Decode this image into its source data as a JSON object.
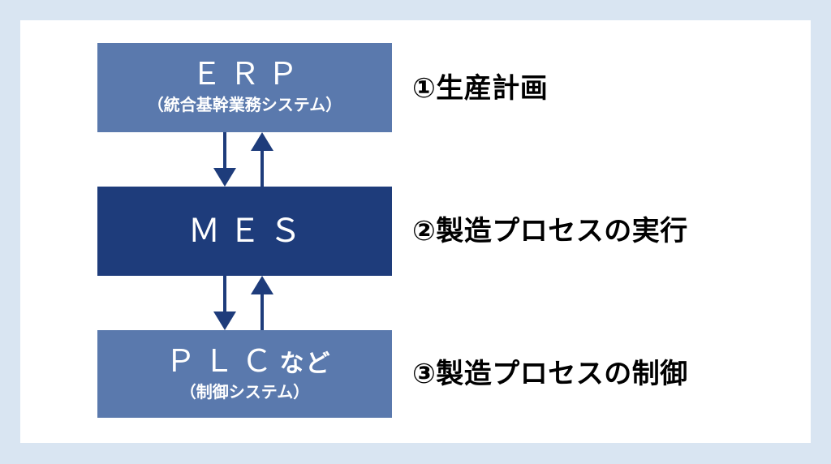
{
  "frame": {
    "border_color": "#d9e5f2",
    "panel_color": "#ffffff"
  },
  "colors": {
    "erp_box": "#5a79ad",
    "mes_box": "#1e3c7b",
    "plc_box": "#5a79ad",
    "arrow": "#1e3c7b",
    "box_text": "#ffffff",
    "label_text": "#000000"
  },
  "layers": [
    {
      "id": "erp",
      "title": "ＥＲＰ",
      "subtitle": "（統合基幹業務システム）",
      "step_label": "①生産計画"
    },
    {
      "id": "mes",
      "title": "ＭＥＳ",
      "subtitle": "",
      "step_label": "②製造プロセスの実行"
    },
    {
      "id": "plc",
      "title": "ＰＬＣ",
      "title_suffix": "など",
      "subtitle": "（制御システム）",
      "step_label": "③製造プロセスの制御"
    }
  ],
  "connectors": [
    {
      "id": "erp-mes",
      "down_arrow": "ERP から MES へ",
      "up_arrow": "MES から ERP へ"
    },
    {
      "id": "mes-plc",
      "down_arrow": "MES から PLC へ",
      "up_arrow": "PLC から MES へ"
    }
  ]
}
